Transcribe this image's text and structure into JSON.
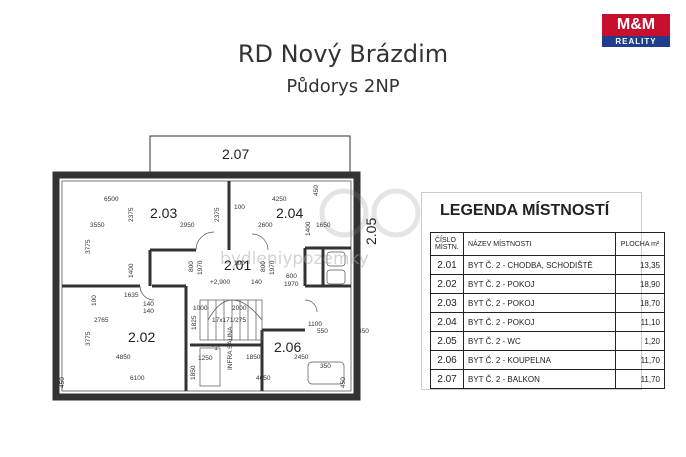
{
  "header": {
    "title": "RD Nový Brázdim",
    "subtitle": "Půdorys 2NP"
  },
  "logo": {
    "top": "M&M",
    "bottom": "REALITY"
  },
  "watermark": "bydleniypozemky",
  "plan": {
    "rooms": [
      {
        "id": "2.01",
        "label": "2.01"
      },
      {
        "id": "2.02",
        "label": "2.02"
      },
      {
        "id": "2.03",
        "label": "2.03"
      },
      {
        "id": "2.04",
        "label": "2.04"
      },
      {
        "id": "2.05",
        "label": "2.05"
      },
      {
        "id": "2.06",
        "label": "2.06"
      },
      {
        "id": "2.07",
        "label": "2.07"
      }
    ],
    "dimensions": [
      "6500",
      "4250",
      "3550",
      "2950",
      "2600",
      "1650",
      "2375",
      "2375",
      "100",
      "100",
      "100",
      "1400",
      "1400",
      "140",
      "140",
      "1635",
      "2765",
      "4850",
      "6100",
      "3775",
      "3775",
      "1850",
      "1850",
      "4650",
      "1000",
      "2000",
      "1825",
      "1250",
      "1100",
      "2450",
      "350",
      "550",
      "800",
      "1970",
      "800",
      "1970",
      "600",
      "1970",
      "17x171/275",
      "+2,900",
      "450",
      "450",
      "450",
      "450",
      "140"
    ],
    "stair_note": "+2,900",
    "shaft_label": "INFRA SAUNA",
    "marker": "\"1\""
  },
  "legend": {
    "title": "LEGENDA MÍSTNOSTÍ",
    "headers": {
      "num": "ČÍSLO MÍSTN.",
      "name": "NÁZEV MÍSTNOSTI",
      "area": "PLOCHA m²"
    },
    "rows": [
      {
        "num": "2.01",
        "name": "BYT Č. 2 - CHODBA, SCHODIŠTĚ",
        "area": "13,35"
      },
      {
        "num": "2.02",
        "name": "BYT Č. 2 - POKOJ",
        "area": "18,90"
      },
      {
        "num": "2.03",
        "name": "BYT Č. 2 - POKOJ",
        "area": "18,70"
      },
      {
        "num": "2.04",
        "name": "BYT Č. 2 - POKOJ",
        "area": "11,10"
      },
      {
        "num": "2.05",
        "name": "BYT Č. 2 - WC",
        "area": "1,20"
      },
      {
        "num": "2.06",
        "name": "BYT Č. 2 - KOUPELNA",
        "area": "11,70"
      },
      {
        "num": "2.07",
        "name": "BYT Č. 2 - BALKON",
        "area": "11,70"
      }
    ]
  }
}
